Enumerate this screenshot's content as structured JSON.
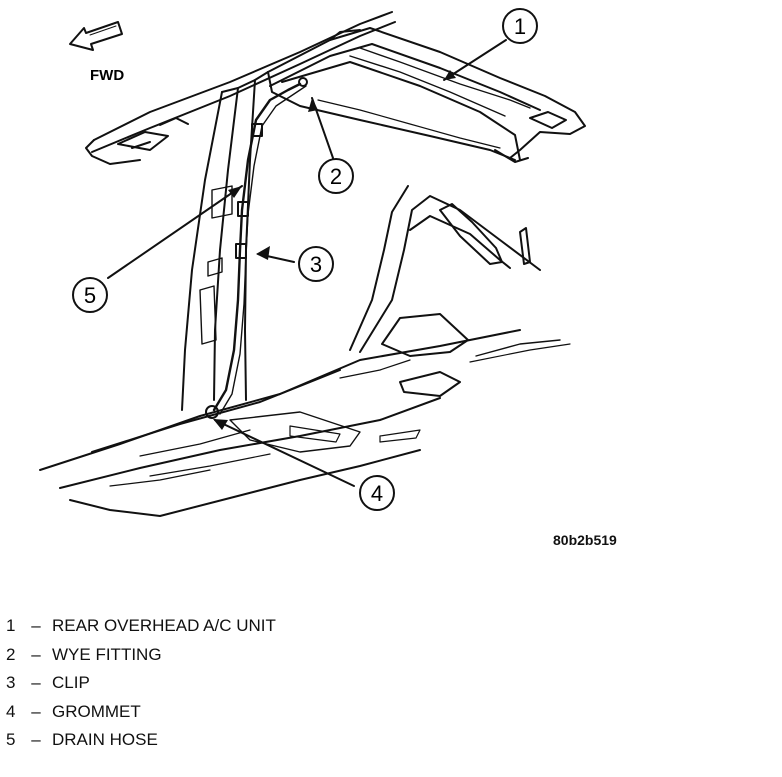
{
  "diagram": {
    "fwd_label": "FWD",
    "figure_id": "80b2b519",
    "callouts": [
      "1",
      "2",
      "3",
      "4",
      "5"
    ]
  },
  "legend": [
    {
      "num": "1",
      "dash": "–",
      "text": "REAR OVERHEAD A/C UNIT"
    },
    {
      "num": "2",
      "dash": "–",
      "text": "WYE FITTING"
    },
    {
      "num": "3",
      "dash": "–",
      "text": "CLIP"
    },
    {
      "num": "4",
      "dash": "–",
      "text": "GROMMET"
    },
    {
      "num": "5",
      "dash": "–",
      "text": "DRAIN HOSE"
    }
  ]
}
